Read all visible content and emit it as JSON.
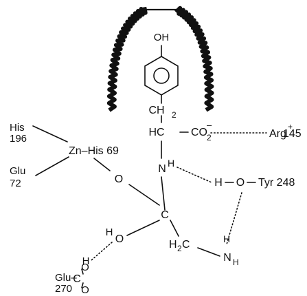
{
  "labels": {
    "oh_top": "OH",
    "ch2": "CH",
    "ch2_sub": "2",
    "hc": "HC",
    "co2": "CO",
    "co2_sub": "2",
    "co2_sup": "–",
    "arg": "Arg",
    "arg_sup": "+",
    "arg_num": "145",
    "nh_n": "N",
    "nh_h": "H",
    "his196_a": "His",
    "his196_b": "196",
    "glu72_a": "Glu",
    "glu72_b": "72",
    "zn_his69": "Zn–His 69",
    "o_zn": "O",
    "c_center": "C",
    "h_tyr": "H",
    "o_tyr": "O",
    "tyr248": "Tyr 248",
    "h_o": "H",
    "o_ho": "O",
    "h2c": "H",
    "h2c_sub": "2",
    "h2c_c": "C",
    "nh_bottom_h": "H",
    "nh_bottom_n": "N",
    "nh_bottom_h2": "H",
    "h_glu": "H",
    "glu270_a": "Glu–",
    "glu270_b": "270",
    "c_glu": "C",
    "o_glu_top": "O",
    "o_glu_bot": "O"
  },
  "colors": {
    "ink": "#111111",
    "background": "#ffffff"
  }
}
